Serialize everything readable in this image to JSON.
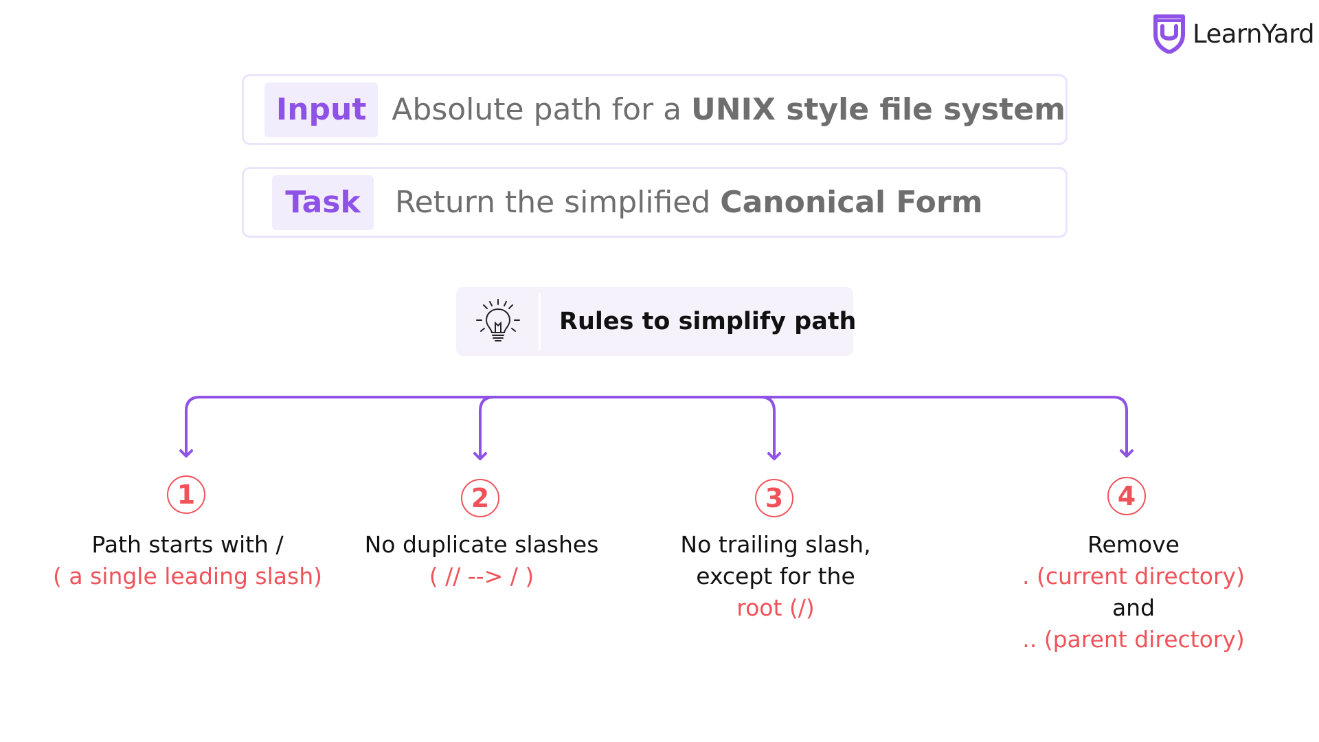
{
  "logo": {
    "text": "LearnYard",
    "icon": "shield-u-icon",
    "color": "#8e52e6"
  },
  "input_box": {
    "tag": "Input",
    "text_plain": "Absolute path for a ",
    "text_bold": "UNIX style file system"
  },
  "task_box": {
    "tag": "Task",
    "text_plain": "Return the simplified ",
    "text_bold": "Canonical Form"
  },
  "rules": {
    "title": "Rules to simplify path",
    "icon": "lightbulb-icon"
  },
  "steps": [
    {
      "num": "1",
      "lines": [
        "Path starts with /"
      ],
      "highlight": [
        "( a single leading slash)"
      ]
    },
    {
      "num": "2",
      "lines": [
        "No duplicate slashes"
      ],
      "highlight": [
        "( // --> / )"
      ]
    },
    {
      "num": "3",
      "lines": [
        "No trailing slash,",
        "except for the"
      ],
      "highlight": [
        "root (/)"
      ]
    },
    {
      "num": "4",
      "lines": [
        "Remove"
      ],
      "highlight_1": ". (current directory)",
      "middle": "and",
      "highlight_2": ".. (parent directory)"
    }
  ],
  "colors": {
    "accent": "#8e52e6",
    "highlight": "#f0525a",
    "tag_bg": "#f2edfd",
    "border": "#ebe3fb"
  }
}
